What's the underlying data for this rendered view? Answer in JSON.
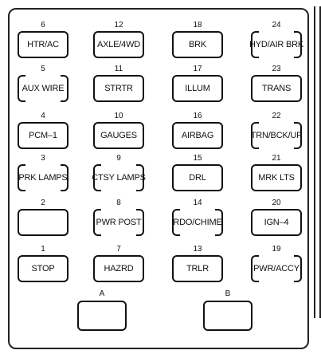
{
  "columns": [
    [
      {
        "num": "6",
        "label": "HTR/AC",
        "style": "box"
      },
      {
        "num": "5",
        "label": "AUX WIRE",
        "style": "bracket"
      },
      {
        "num": "4",
        "label": "PCM–1",
        "style": "box"
      },
      {
        "num": "3",
        "label": "PRK LAMPS",
        "style": "bracket"
      },
      {
        "num": "2",
        "label": "",
        "style": "box"
      },
      {
        "num": "1",
        "label": "STOP",
        "style": "box"
      }
    ],
    [
      {
        "num": "12",
        "label": "AXLE/4WD",
        "style": "box"
      },
      {
        "num": "11",
        "label": "STRTR",
        "style": "box"
      },
      {
        "num": "10",
        "label": "GAUGES",
        "style": "box"
      },
      {
        "num": "9",
        "label": "CTSY LAMPS",
        "style": "bracket"
      },
      {
        "num": "8",
        "label": "PWR POST",
        "style": "bracket"
      },
      {
        "num": "7",
        "label": "HAZRD",
        "style": "box"
      }
    ],
    [
      {
        "num": "18",
        "label": "BRK",
        "style": "box"
      },
      {
        "num": "17",
        "label": "ILLUM",
        "style": "box"
      },
      {
        "num": "16",
        "label": "AIRBAG",
        "style": "box"
      },
      {
        "num": "15",
        "label": "DRL",
        "style": "box"
      },
      {
        "num": "14",
        "label": "RDO/CHIME",
        "style": "bracket"
      },
      {
        "num": "13",
        "label": "TRLR",
        "style": "box"
      }
    ],
    [
      {
        "num": "24",
        "label": "HYD/AIR BRK",
        "style": "bracket"
      },
      {
        "num": "23",
        "label": "TRANS",
        "style": "box"
      },
      {
        "num": "22",
        "label": "TRN/BCK/UP",
        "style": "bracket"
      },
      {
        "num": "21",
        "label": "MRK LTS",
        "style": "box"
      },
      {
        "num": "20",
        "label": "IGN–4",
        "style": "box"
      },
      {
        "num": "19",
        "label": "PWR/ACCY",
        "style": "bracket"
      }
    ]
  ],
  "relays": [
    {
      "num": "A"
    },
    {
      "num": "B"
    }
  ]
}
